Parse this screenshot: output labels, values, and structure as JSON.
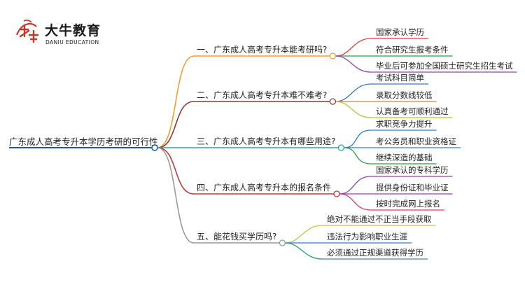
{
  "logo": {
    "name": "大牛教育",
    "subtitle": "DANIU EDUCATION"
  },
  "root": {
    "label": "广东成人高考专升本学历考研的可行性",
    "color": "#1f5f96"
  },
  "branches": [
    {
      "label": "一、广东成人高考专升本能考研吗?",
      "color": "#f0a030",
      "children": [
        {
          "label": "国家承认学历",
          "color": "#e23b3b"
        },
        {
          "label": "符合研究生报考条件",
          "color": "#2e9e4a"
        },
        {
          "label": "毕业后可参加全国硕士研究生招生考试",
          "color": "#8e44ad"
        }
      ]
    },
    {
      "label": "二、广东成人高考专升本难不难考?",
      "color": "#8b3a3a",
      "children": [
        {
          "label": "考试科目简单",
          "color": "#3a78c2"
        },
        {
          "label": "录取分数线较低",
          "color": "#e07a2f"
        },
        {
          "label": "认真备考可顺利通过",
          "color": "#b8c23a"
        }
      ]
    },
    {
      "label": "三、广东成人高考专升本有哪些用途?",
      "color": "#27a3a3",
      "children": [
        {
          "label": "求职竞争力提升",
          "color": "#2a7cc7"
        },
        {
          "label": "考公务员和职业资格证",
          "color": "#2a7cc7"
        },
        {
          "label": "继续深造的基础",
          "color": "#2e9e4a"
        }
      ]
    },
    {
      "label": "四、广东成人高考专升本的报名条件",
      "color": "#c03a3a",
      "children": [
        {
          "label": "国家承认的专科学历",
          "color": "#8e44ad"
        },
        {
          "label": "提供身份证和毕业证",
          "color": "#8e44ad"
        },
        {
          "label": "按时完成网上报名",
          "color": "#e23b6b"
        }
      ]
    },
    {
      "label": "五、能花钱买学历吗?",
      "color": "#9a9a9a",
      "children": [
        {
          "label": "绝对不能通过不正当手段获取",
          "color": "#c8c23a"
        },
        {
          "label": "违法行为影响职业生涯",
          "color": "#3a78c2"
        },
        {
          "label": "必须通过正规渠道获得学历",
          "color": "#2a9a8a"
        }
      ]
    }
  ]
}
